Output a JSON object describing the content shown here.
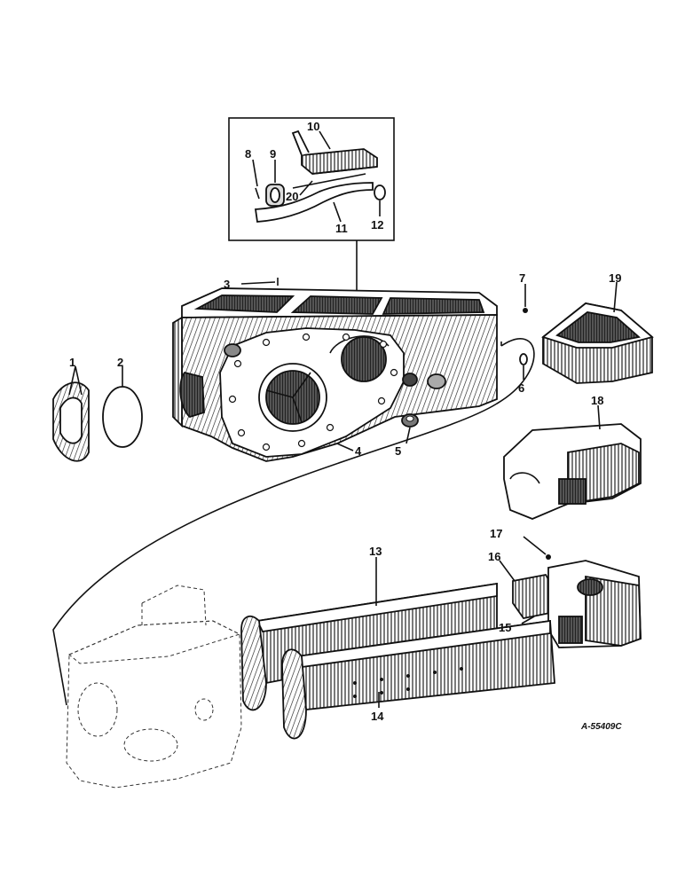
{
  "diagram": {
    "drawing_code": "A-55409C",
    "callouts": [
      "1",
      "2",
      "3",
      "4",
      "5",
      "6",
      "7",
      "8",
      "9",
      "10",
      "11",
      "12",
      "13",
      "14",
      "15",
      "16",
      "17",
      "18",
      "19",
      "20"
    ]
  }
}
